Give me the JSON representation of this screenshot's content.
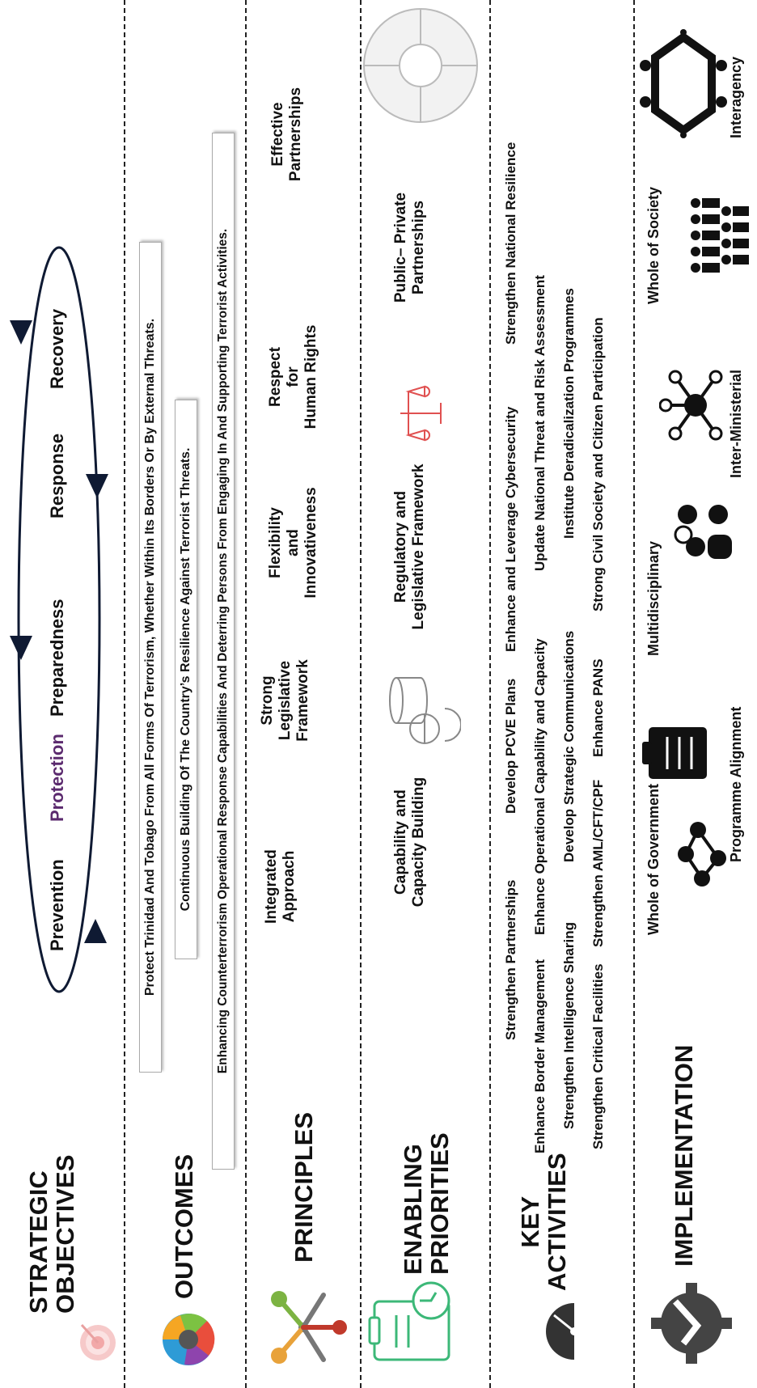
{
  "sections": {
    "strategic_objectives": {
      "heading_line1": "STRATEGIC",
      "heading_line2": "OBJECTIVES",
      "cycle": [
        "Prevention",
        "Protection",
        "Preparedness",
        "Response",
        "Recovery"
      ],
      "highlight_color": "#5b2a6e"
    },
    "outcomes": {
      "heading": "OUTCOMES",
      "items": [
        "Protect Trinidad And Tobago From All Forms Of Terrorism, Whether Within Its Borders Or By External Threats.",
        "Continuous Building Of The Country’s Resilience Against Terrorist Threats.",
        "Enhancing Counterterrorism Operational Response Capabilities And Deterring Persons From Engaging In And Supporting Terrorist Activities."
      ]
    },
    "principles": {
      "heading": "PRINCIPLES",
      "items": [
        {
          "l1": "Integrated",
          "l2": "Approach",
          "l3": ""
        },
        {
          "l1": "Strong",
          "l2": "Legislative",
          "l3": "Framework"
        },
        {
          "l1": "Flexibility",
          "l2": "and",
          "l3": "Innovativeness"
        },
        {
          "l1": "Respect",
          "l2": "for",
          "l3": "Human Rights"
        },
        {
          "l1": "Effective",
          "l2": "Partnerships",
          "l3": ""
        }
      ]
    },
    "enabling_priorities": {
      "heading_line1": "ENABLING",
      "heading_line2": "PRIORITIES",
      "items": [
        {
          "l1": "Capability and",
          "l2": "Capacity Building"
        },
        {
          "l1": "Regulatory and",
          "l2": "Legislative Framework"
        },
        {
          "l1": "Public– Private",
          "l2": "Partnerships"
        }
      ]
    },
    "key_activities": {
      "heading_line1": "KEY",
      "heading_line2": "ACTIVITIES",
      "rows": [
        [
          "Strengthen Partnerships",
          "Develop PCVE Plans",
          "Enhance and Leverage Cybersecurity",
          "Strengthen National Resilience"
        ],
        [
          "Enhance Border Management",
          "Enhance Operational Capability and Capacity",
          "Update National Threat and Risk Assessment"
        ],
        [
          "Strengthen Intelligence Sharing",
          "Develop Strategic Communications",
          "Institute Deradicalization Programmes"
        ],
        [
          "Strengthen Critical Facilities",
          "Strengthen AML/CFT/CPF",
          "Enhance PANS",
          "Strong Civil Society and Citizen Participation"
        ]
      ]
    },
    "implementation": {
      "heading": "IMPLEMENTATION",
      "upper": [
        "Whole of Government",
        "Multidisciplinary",
        "Whole of Society"
      ],
      "lower": [
        "Programme Alignment",
        "Inter-Ministerial",
        "Interagency"
      ]
    }
  },
  "icons": [
    "target-icon",
    "pie-wheel-icon",
    "keys-icon",
    "clipboard-clock-icon",
    "speedometer-hand-icon",
    "gear-arrow-icon",
    "puzzle-circle-icon",
    "coins-icon",
    "scales-icon",
    "network-molecule-icon",
    "clipboard-list-icon",
    "lightbulb-people-icon",
    "hub-network-icon",
    "crowd-icon",
    "meeting-table-icon"
  ],
  "colors": {
    "text": "#111111",
    "scales": "#e05050",
    "clipboard_green": "#3cb878",
    "highlight": "#5b2a6e"
  }
}
